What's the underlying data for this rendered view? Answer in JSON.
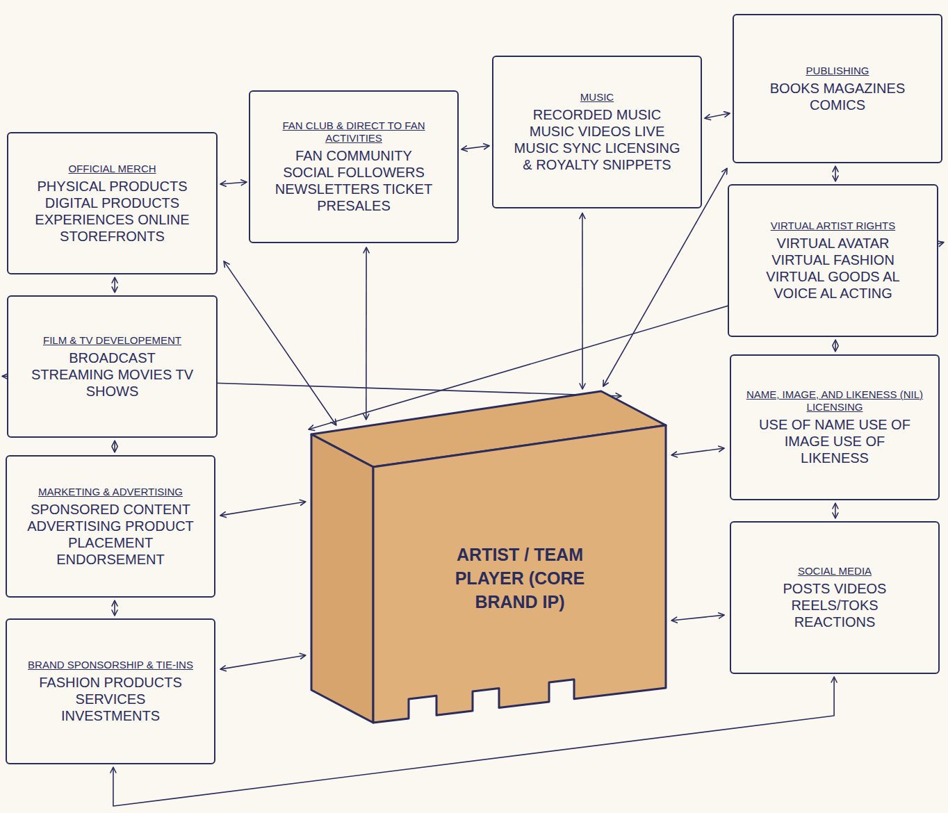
{
  "diagram": {
    "nodes": [
      {
        "text": [
          "OFFICIAL MERCH",
          "PHYSICAL PRODUCTS DIGITAL PRODUCTS EXPERIENCES ONLINE STOREFRONTS"
        ]
      },
      {
        "text": [
          "FAN CLUB & DIRECT TO FAN ACTIVITIES",
          "FAN COMMUNITY SOCIAL FOLLOWERS NEWSLETTERS TICKET PRESALES"
        ]
      },
      {
        "text": [
          "MUSIC",
          "RECORDED MUSIC MUSIC VIDEOS LIVE MUSIC SYNC LICENSING & ROYALTY SNIPPETS"
        ]
      },
      {
        "text": [
          "PUBLISHING",
          "BOOKS MAGAZINES COMICS"
        ]
      },
      {
        "text": [
          "FILM & TV DEVELOPEMENT",
          "BROADCAST STREAMING MOVIES TV SHOWS"
        ]
      },
      {
        "text": [
          "VIRTUAL ARTIST RIGHTS",
          "VIRTUAL AVATAR VIRTUAL FASHION VIRTUAL GOODS AL VOICE AL ACTING"
        ]
      },
      {
        "text": [
          "ARTIST / TEAM PLAYER (CORE BRAND IP)"
        ]
      },
      {
        "text": [
          "MARKETING & ADVERTISING",
          "SPONSORED CONTENT ADVERTISING PRODUCT PLACEMENT ENDORSEMENT"
        ]
      },
      {
        "text": [
          "NAME, IMAGE, AND LIKENESS (NIL) LICENSING",
          "USE OF NAME USE OF IMAGE USE OF LIKENESS"
        ]
      },
      {
        "text": [
          "BRAND SPONSORSHIP & TIE-INS",
          "FASHION PRODUCTS SERVICES INVESTMENTS"
        ]
      },
      {
        "text": [
          "SOCIAL MEDIA",
          "POSTS VIDEOS REELS/TOKS REACTIONS"
        ]
      }
    ],
    "edges": [
      {
        "from": 0,
        "to": 1,
        "arrow": "both"
      },
      {
        "from": 1,
        "to": 2,
        "arrow": "both"
      },
      {
        "from": 2,
        "to": 3,
        "arrow": "both"
      },
      {
        "from": 0,
        "to": 4,
        "arrow": "both"
      },
      {
        "from": 3,
        "to": 5,
        "arrow": "both"
      },
      {
        "from": 6,
        "to": 0,
        "arrow": "both"
      },
      {
        "from": 6,
        "to": 1,
        "arrow": "both"
      },
      {
        "from": 6,
        "to": 2,
        "arrow": "both"
      },
      {
        "from": 6,
        "to": 3,
        "arrow": "both"
      },
      {
        "from": 6,
        "to": 4,
        "arrow": "both"
      },
      {
        "from": 6,
        "to": 5,
        "arrow": "both"
      },
      {
        "from": 4,
        "to": 7,
        "arrow": "both"
      },
      {
        "from": 5,
        "to": 8,
        "arrow": "both"
      },
      {
        "from": 6,
        "to": 7,
        "arrow": "both"
      },
      {
        "from": 6,
        "to": 8,
        "arrow": "both"
      },
      {
        "from": 7,
        "to": 9,
        "arrow": "both"
      },
      {
        "from": 8,
        "to": 10,
        "arrow": "both"
      },
      {
        "from": 6,
        "to": 9,
        "arrow": "both"
      },
      {
        "from": 6,
        "to": 10,
        "arrow": "both"
      },
      {
        "from": 9,
        "to": 10,
        "arrow": "both"
      }
    ]
  }
}
